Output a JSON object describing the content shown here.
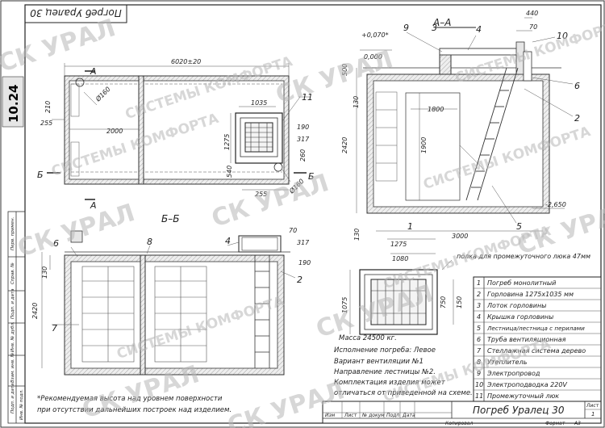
{
  "sheet_code": "10.24",
  "stamp_top": "Погреб Уралец 30",
  "watermarks": [
    "СК УРАЛ",
    "СИСТЕМЫ КОМФОРТА"
  ],
  "views": {
    "plan_width": "6020±20",
    "section_aa": "А–А",
    "section_bb": "Б–Б",
    "mark_a": "А",
    "mark_b": "Б"
  },
  "dims": {
    "d1035": "1035",
    "d11": "11",
    "d1275": "1275",
    "d190": "190",
    "d317": "317",
    "d260": "260",
    "d540": "540",
    "d255": "255",
    "d255b": "255",
    "d2000": "2000",
    "d210": "210",
    "d160a": "Ø160",
    "d160b": "Ø160",
    "d440": "440",
    "d70": "70",
    "d10": "10",
    "d070": "+0,070*",
    "d000": "0,000",
    "d9": "9",
    "d3": "3",
    "d4": "4",
    "d500": "500",
    "d130": "130",
    "d2420": "2420",
    "d1800": "1800",
    "d1900": "1900",
    "d2650": "-2,650",
    "d1": "1",
    "d3000": "3000",
    "d5": "5",
    "d6": "6",
    "d2": "2",
    "d7": "7",
    "d8": "8",
    "d317b": "317",
    "d190b": "190",
    "d70b": "70",
    "d1275b": "1275",
    "d1080": "1080",
    "d1075": "1075",
    "d750": "750",
    "d150": "150",
    "d2420b": "2420",
    "d130b": "130",
    "d130c": "130",
    "d4b": "4",
    "d6b": "6",
    "d2b": "2"
  },
  "hatch_note": "полка для промежуточного люка 47мм",
  "notes": [
    "Масса 24500 кг.",
    "Исполнение погреба: Левое",
    "Вариант вентиляции №1",
    "Направление лестницы №2.",
    "Комплектация изделия может",
    "отличаться от приведенной на схеме."
  ],
  "footnote": [
    "*Рекомендуемая высота над уровнем поверхности",
    "при отсутствии дальнейших построек над изделием."
  ],
  "parts": [
    {
      "num": "1",
      "name": "Погреб монолитный"
    },
    {
      "num": "2",
      "name": "Горловина 1275х1035 мм"
    },
    {
      "num": "3",
      "name": "Лоток горловины"
    },
    {
      "num": "4",
      "name": "Крышка горловины"
    },
    {
      "num": "5",
      "name": "Лестница/лестница с перилами"
    },
    {
      "num": "6",
      "name": "Труба вентиляционная"
    },
    {
      "num": "7",
      "name": "Стеллажная система дерево"
    },
    {
      "num": "8",
      "name": "Утеплитель"
    },
    {
      "num": "9",
      "name": "Электропровод"
    },
    {
      "num": "10",
      "name": "Электроподводка 220V"
    },
    {
      "num": "11",
      "name": "Промежуточный люк"
    }
  ],
  "title_block": {
    "title": "Погреб Уралец 30",
    "sheet_label": "Лист",
    "sheet_num": "1",
    "copied": "Копировал",
    "format_label": "Формат",
    "format_value": "А3",
    "cols": [
      "Изм",
      "Лист",
      "№ докум",
      "Подп",
      "Дата"
    ]
  },
  "side_stamp": [
    "Перв. примен.",
    "Справ. №",
    "Подп. и дата",
    "Инв. № дубл.",
    "Взам. инв. №",
    "Подп. и дата",
    "Инв. № подл."
  ]
}
